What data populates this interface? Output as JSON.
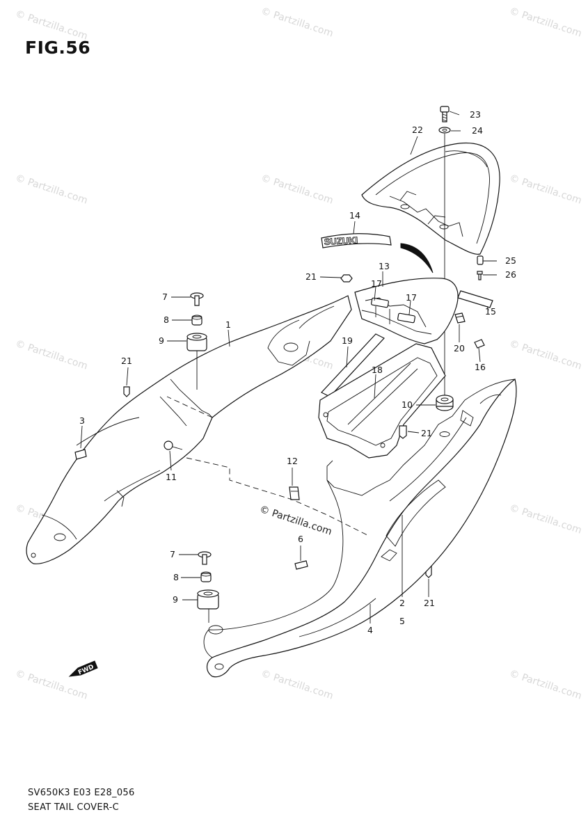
{
  "figure": {
    "title": "FIG.56"
  },
  "footer": {
    "code": "SV650K3 E03 E28_056",
    "title": "SEAT TAIL COVER-C"
  },
  "emblem_text": "SUZUKI",
  "forward_label": "FWD",
  "watermark": {
    "text": "© Partzilla.com"
  },
  "callouts": [
    {
      "id": "c23",
      "label": "23"
    },
    {
      "id": "c24",
      "label": "24"
    },
    {
      "id": "c22",
      "label": "22"
    },
    {
      "id": "c14",
      "label": "14"
    },
    {
      "id": "c25",
      "label": "25"
    },
    {
      "id": "c26",
      "label": "26"
    },
    {
      "id": "c13",
      "label": "13"
    },
    {
      "id": "c21a",
      "label": "21"
    },
    {
      "id": "c17a",
      "label": "17"
    },
    {
      "id": "c17b",
      "label": "17"
    },
    {
      "id": "c7a",
      "label": "7"
    },
    {
      "id": "c8a",
      "label": "8"
    },
    {
      "id": "c9a",
      "label": "9"
    },
    {
      "id": "c1",
      "label": "1"
    },
    {
      "id": "c15",
      "label": "15"
    },
    {
      "id": "c20",
      "label": "20"
    },
    {
      "id": "c19",
      "label": "19"
    },
    {
      "id": "c16",
      "label": "16"
    },
    {
      "id": "c21b",
      "label": "21"
    },
    {
      "id": "c18",
      "label": "18"
    },
    {
      "id": "c10",
      "label": "10"
    },
    {
      "id": "c21c",
      "label": "21"
    },
    {
      "id": "c3",
      "label": "3"
    },
    {
      "id": "c11",
      "label": "11"
    },
    {
      "id": "c12",
      "label": "12"
    },
    {
      "id": "c6",
      "label": "6"
    },
    {
      "id": "c7b",
      "label": "7"
    },
    {
      "id": "c8b",
      "label": "8"
    },
    {
      "id": "c9b",
      "label": "9"
    },
    {
      "id": "c2",
      "label": "2"
    },
    {
      "id": "c5",
      "label": "5"
    },
    {
      "id": "c21d",
      "label": "21"
    },
    {
      "id": "c4",
      "label": "4"
    }
  ]
}
